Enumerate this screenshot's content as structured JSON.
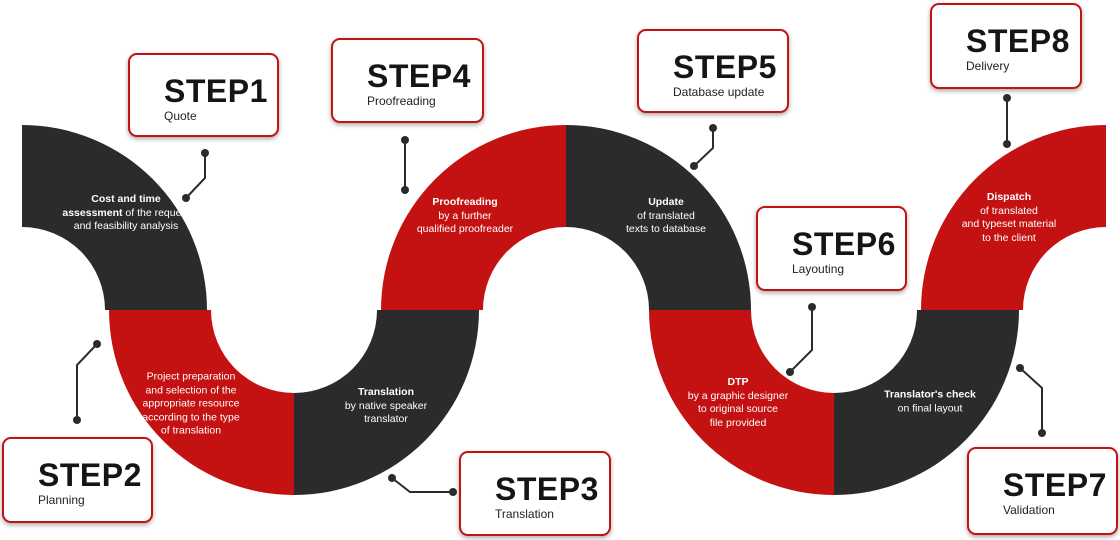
{
  "colors": {
    "dark": "#2b2b2b",
    "red": "#c41212",
    "box_border": "#c41212",
    "connector": "#2b2b2b"
  },
  "steps": [
    {
      "number": "STEP1",
      "label": "Quote"
    },
    {
      "number": "STEP2",
      "label": "Planning"
    },
    {
      "number": "STEP3",
      "label": "Translation"
    },
    {
      "number": "STEP4",
      "label": "Proofreading"
    },
    {
      "number": "STEP5",
      "label": "Database update"
    },
    {
      "number": "STEP6",
      "label": "Layouting"
    },
    {
      "number": "STEP7",
      "label": "Validation"
    },
    {
      "number": "STEP8",
      "label": "Delivery"
    }
  ],
  "segments": [
    {
      "lines": [
        {
          "bold": "Cost and time",
          "rest": ""
        },
        {
          "bold": "assessment",
          "rest": " of the request"
        },
        {
          "bold": "",
          "rest": "and feasibility analysis"
        }
      ]
    },
    {
      "lines": [
        {
          "bold": "",
          "rest": "Project preparation"
        },
        {
          "bold": "",
          "rest": "and selection of the"
        },
        {
          "bold": "",
          "rest": "appropriate resource"
        },
        {
          "bold": "",
          "rest": "according to the type"
        },
        {
          "bold": "",
          "rest": "of translation"
        }
      ]
    },
    {
      "lines": [
        {
          "bold": "Translation",
          "rest": ""
        },
        {
          "bold": "",
          "rest": "by native speaker"
        },
        {
          "bold": "",
          "rest": "translator"
        }
      ]
    },
    {
      "lines": [
        {
          "bold": "Proofreading",
          "rest": ""
        },
        {
          "bold": "",
          "rest": "by a further"
        },
        {
          "bold": "",
          "rest": "qualified proofreader"
        }
      ]
    },
    {
      "lines": [
        {
          "bold": "Update",
          "rest": ""
        },
        {
          "bold": "",
          "rest": "of translated"
        },
        {
          "bold": "",
          "rest": "texts to database"
        }
      ]
    },
    {
      "lines": [
        {
          "bold": "DTP",
          "rest": ""
        },
        {
          "bold": "",
          "rest": "by a graphic designer"
        },
        {
          "bold": "",
          "rest": "to original source"
        },
        {
          "bold": "",
          "rest": "file provided"
        }
      ]
    },
    {
      "lines": [
        {
          "bold": "Translator's check",
          "rest": ""
        },
        {
          "bold": "",
          "rest": "on final layout"
        }
      ]
    },
    {
      "lines": [
        {
          "bold": "Dispatch",
          "rest": ""
        },
        {
          "bold": "",
          "rest": "of translated"
        },
        {
          "bold": "",
          "rest": "and typeset material"
        },
        {
          "bold": "",
          "rest": "to the client"
        }
      ]
    }
  ]
}
